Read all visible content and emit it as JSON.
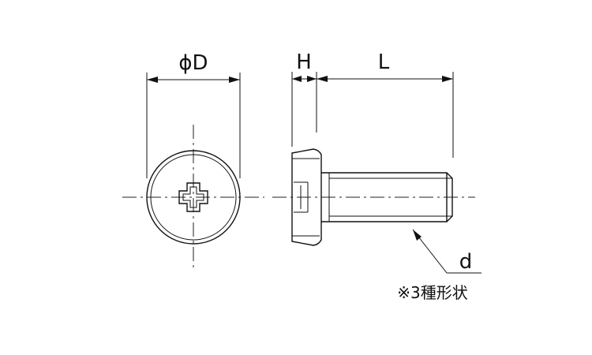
{
  "labels": {
    "diameter": "ϕD",
    "head_height": "H",
    "length": "L",
    "thread": "d",
    "note": "※3種形状"
  }
}
